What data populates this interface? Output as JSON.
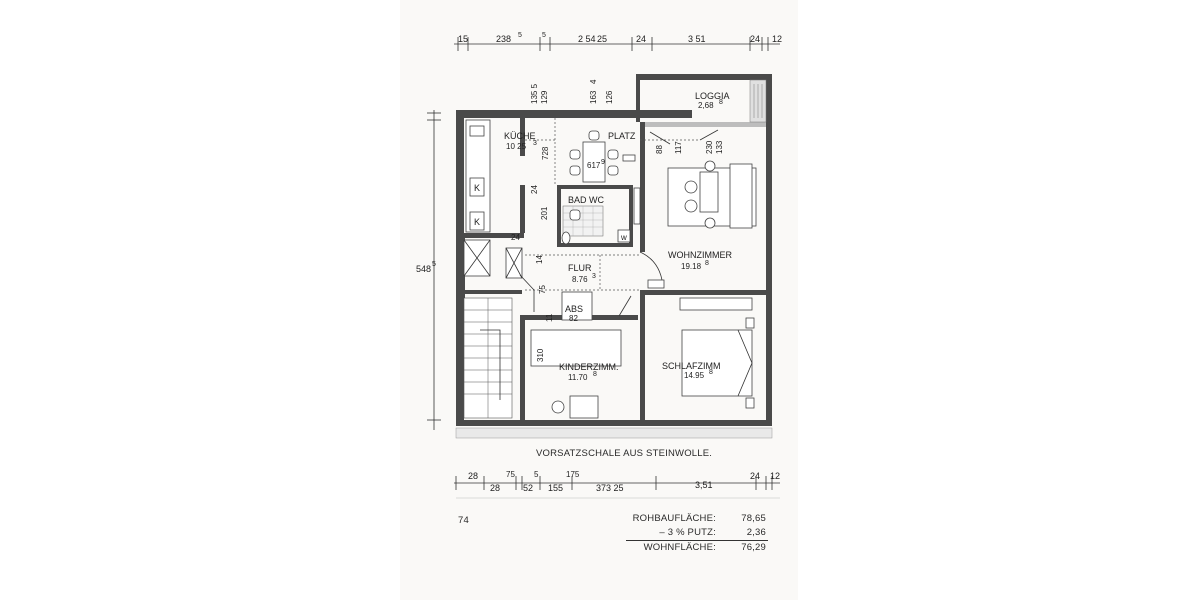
{
  "rooms": {
    "loggia": {
      "name": "LOGGIA",
      "area": "2,68",
      "sup": "8"
    },
    "kueche": {
      "name": "KÜCHE",
      "area": "10 25",
      "sup": "3"
    },
    "platz": {
      "name": "PLATZ",
      "area": "617",
      "sup": "9"
    },
    "bad": {
      "name": "BAD WC"
    },
    "wohnzimmer": {
      "name": "WOHNZIMMER",
      "area": "19.18",
      "sup": "8"
    },
    "flur": {
      "name": "FLUR",
      "area": "8.76",
      "sup": "3"
    },
    "abs": {
      "name": "ABS",
      "area": "82"
    },
    "kinderzimmer": {
      "name": "KINDERZIMM.",
      "area": "11.70",
      "sup": "8"
    },
    "schlafzimmer": {
      "name": "SCHLAFZIMM",
      "area": "14.95",
      "sup": "8"
    }
  },
  "fixture_labels": {
    "k1": "K",
    "k2": "K",
    "w": "w"
  },
  "dims_top": [
    "15",
    "238",
    "5",
    "5",
    "2 54",
    "25",
    "24",
    "3 51",
    "24",
    "12"
  ],
  "dims_vertical": [
    "135 5",
    "129",
    "163",
    "4",
    "126",
    "88",
    "117",
    "230",
    "133",
    "728",
    "24",
    "201",
    "24",
    "14",
    "75",
    "11",
    "310"
  ],
  "dim_left": {
    "value": "548",
    "sup": "5"
  },
  "dims_bottom_row1": [
    "28",
    "75",
    "5",
    "175"
  ],
  "dims_bottom_row2": [
    "28",
    "52",
    "155",
    "373 25",
    "3,51",
    "24",
    "12"
  ],
  "note": "VORSATZSCHALE AUS STEINWOLLE.",
  "page_number": "74",
  "summary": [
    {
      "label": "ROHBAUFLÄCHE:",
      "value": "78,65"
    },
    {
      "label": "– 3 % PUTZ:",
      "value": "2,36"
    },
    {
      "label": "WOHNFLÄCHE:",
      "value": "76,29"
    }
  ]
}
